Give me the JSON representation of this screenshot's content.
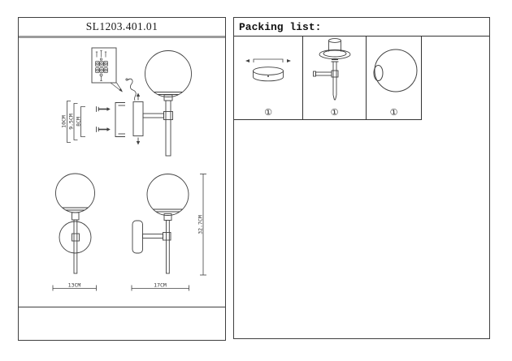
{
  "drawing_panel": {
    "title": "SL1203.401.01",
    "dimensions": {
      "mount_outer": "10CM",
      "mount_mid": "9.5CM",
      "mount_inner": "8CM",
      "front_width": "13CM",
      "side_width": "17CM",
      "total_height": "32.7CM"
    }
  },
  "packing_panel": {
    "header": "Packing list:",
    "items": [
      {
        "part": "canopy-base",
        "qty_label": "①"
      },
      {
        "part": "stem-arm-assembly",
        "qty_label": "①"
      },
      {
        "part": "glass-globe",
        "qty_label": "①"
      }
    ]
  },
  "colors": {
    "background": "#ffffff",
    "line": "#414141",
    "panel_border": "#3f3f3f",
    "title_separator": "#9b9b9b",
    "text": "#1a1a1a"
  }
}
